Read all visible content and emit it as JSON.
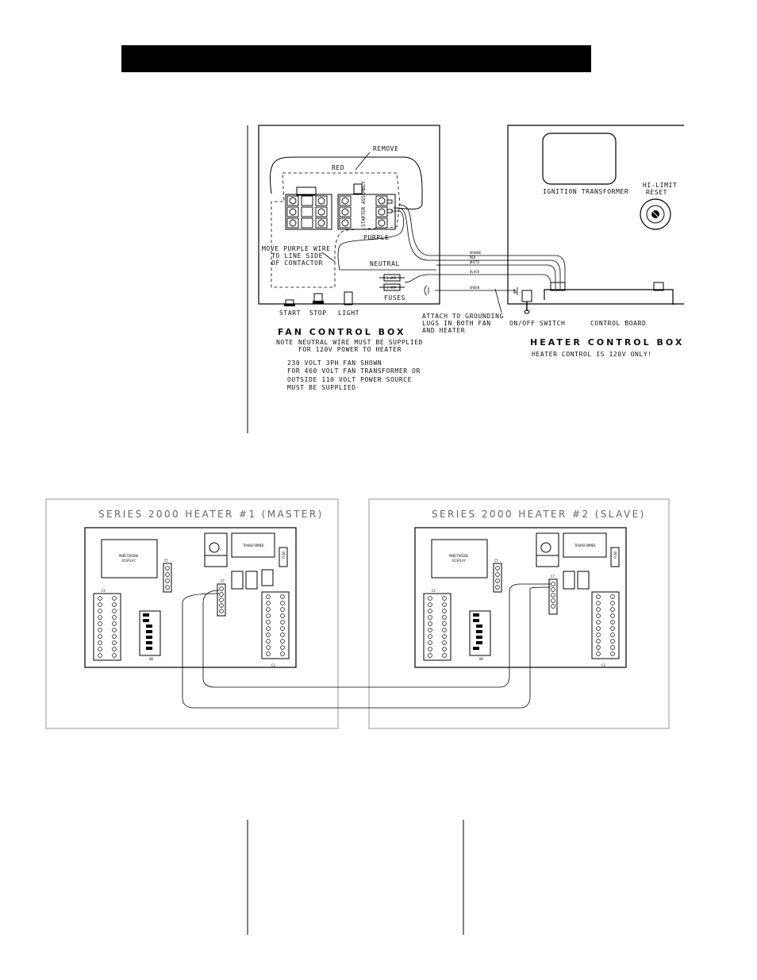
{
  "fan_box": {
    "title": "FAN CONTROL BOX",
    "remove": "REMOVE",
    "red": "RED",
    "starter": "STARTER ASSEMBLY",
    "purple": "PURPLE",
    "move_note": [
      "MOVE PURPLE WIRE",
      "TO LINE SIDE",
      "OF CONTACTOR"
    ],
    "neutral": "NEUTRAL",
    "fuse_a": "1 AMP",
    "fuse_b": "1 AMP",
    "fuses": "FUSES",
    "start": "START",
    "stop": "STOP",
    "light": "LIGHT",
    "note_label": "NOTE",
    "note_lines": [
      "NEUTRAL WIRE MUST BE SUPPLIED",
      "FOR 120V POWER TO HEATER"
    ],
    "fan_lines": [
      "230 VOLT 3PH FAN SHOWN",
      "FOR 460 VOLT FAN TRANSFORMER OR",
      "OUTSIDE 110 VOLT POWER SOURCE",
      "MUST BE SUPPLIED"
    ]
  },
  "wires": {
    "orange": "ORANGE",
    "red": "RED",
    "white": "WHITE",
    "black": "BLACK",
    "green": "GREEN"
  },
  "ground_note": [
    "ATTACH TO GROUNDING",
    "LUGS IN BOTH FAN",
    "AND HEATER"
  ],
  "heater_box": {
    "title": "HEATER CONTROL BOX",
    "ignition": "IGNITION TRANSFORMER",
    "hilimit": [
      "HI-LIMIT",
      "RESET"
    ],
    "switch": "ON/OFF SWITCH",
    "board": "CONTROL BOARD",
    "note": "HEATER CONTROL IS 120V ONLY!"
  },
  "series": {
    "master": {
      "title": "SERIES 2000 HEATER #1 (MASTER)",
      "monitor": [
        "MONITORING",
        "DISPLAY"
      ],
      "transformer": "TRANSFORMER",
      "fuse": "FUSE",
      "c1": "C1",
      "c2": "C2",
      "c5": "C5",
      "c7": "C7",
      "on": "ON"
    },
    "slave": {
      "title": "SERIES 2000 HEATER #2 (SLAVE)",
      "monitor": [
        "MONITORING",
        "DISPLAY"
      ],
      "transformer": "TRANSFORMER",
      "fuse": "FUSE",
      "c1": "C1",
      "c2": "C2",
      "c5": "C5",
      "c7": "C7",
      "on": "ON"
    }
  }
}
